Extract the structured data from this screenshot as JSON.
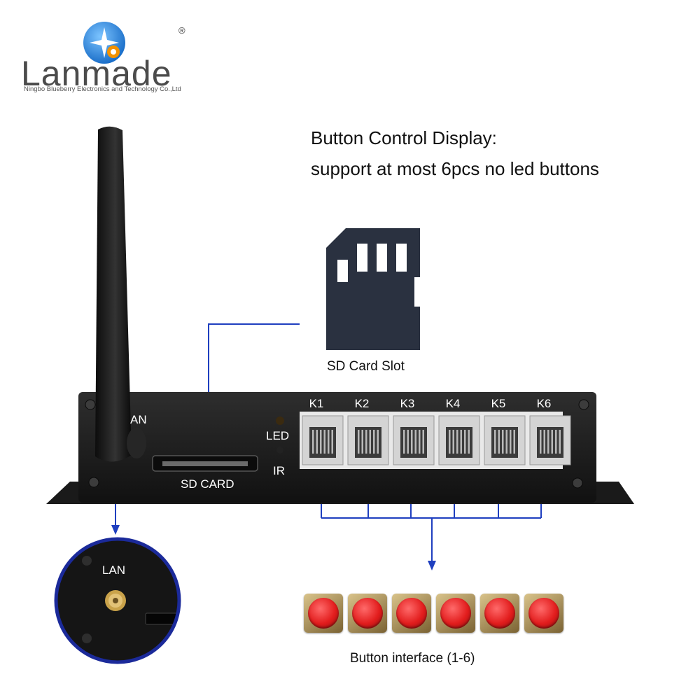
{
  "logo": {
    "wordmark": "Lanmade",
    "company": "Ningbo Blueberry Electronics and Technology Co.,Ltd",
    "registered_mark": "®",
    "brand_colors": {
      "blue": "#2a86d6",
      "orange": "#f39200"
    }
  },
  "heading": {
    "line1": "Button Control Display:",
    "line2": "support at most 6pcs  no led buttons"
  },
  "sd_card": {
    "caption": "SD Card Slot",
    "icon": "sd-card-icon",
    "color": "#2a3140"
  },
  "device": {
    "antenna_label": "AN",
    "sd_label": "SD CARD",
    "led_label": "LED",
    "ir_label": "IR",
    "ports": [
      "K1",
      "K2",
      "K3",
      "K4",
      "K5",
      "K6"
    ]
  },
  "lan_zoom": {
    "label": "LAN"
  },
  "buttons": {
    "caption": "Button interface (1-6)",
    "count": 6,
    "button_color": "#e21d1d"
  },
  "connector_color": "#1f3fbf"
}
